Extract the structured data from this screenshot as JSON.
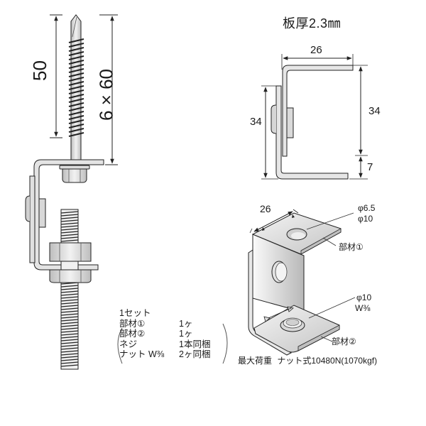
{
  "screw_drawing": {
    "thread_length_label": "50",
    "overall_size_label": "6 × 60"
  },
  "side_view": {
    "title": "板厚2.3㎜",
    "width_label": "26",
    "left_height_label": "34",
    "right_height_label": "34",
    "bottom_gap_label": "7"
  },
  "iso_view": {
    "width_label": "26",
    "top_hole_labels": [
      "φ6.5",
      "φ10"
    ],
    "top_part_label": "部材①",
    "bottom_hole_labels": [
      "φ10",
      "W⅜"
    ],
    "bottom_part_label": "部材②"
  },
  "set_contents": {
    "heading": "1セット",
    "items": [
      {
        "name": "部材①",
        "qty": "1ヶ"
      },
      {
        "name": "部材②",
        "qty": "1ヶ"
      },
      {
        "name": "ネジ",
        "qty": "1本同梱"
      },
      {
        "name": "ナット W⅜",
        "qty": "2ヶ同梱"
      }
    ]
  },
  "max_load": {
    "label": "最大荷重",
    "value": "ナット式10480N(1070kgf)"
  },
  "colors": {
    "line": "#2a2a2a",
    "metal_light": "#e6e6e6",
    "metal_mid": "#c9c9c9",
    "metal_dark": "#9a9a9a"
  }
}
